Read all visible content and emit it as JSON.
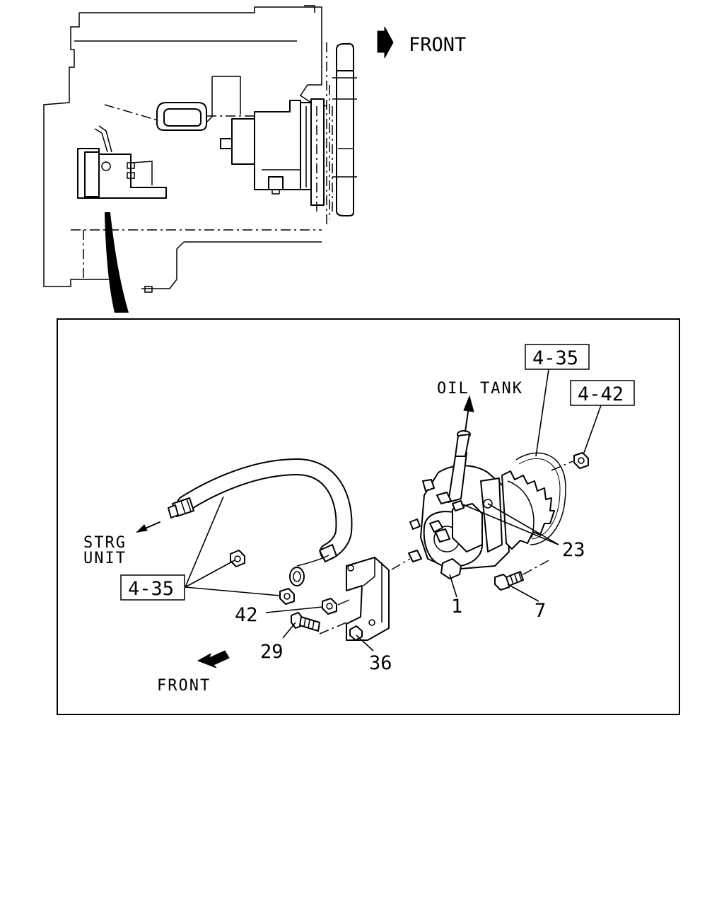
{
  "labels": {
    "front_top": "FRONT",
    "front_bottom": "FRONT",
    "oil_tank": "OIL TANK",
    "strg_line1": "STRG",
    "strg_line2": "UNIT"
  },
  "refs": {
    "ref_435_top": "4-35",
    "ref_442": "4-42",
    "ref_435_left": "4-35"
  },
  "callouts": {
    "c1": "1",
    "c7": "7",
    "c23": "23",
    "c29": "29",
    "c36": "36",
    "c42": "42"
  }
}
